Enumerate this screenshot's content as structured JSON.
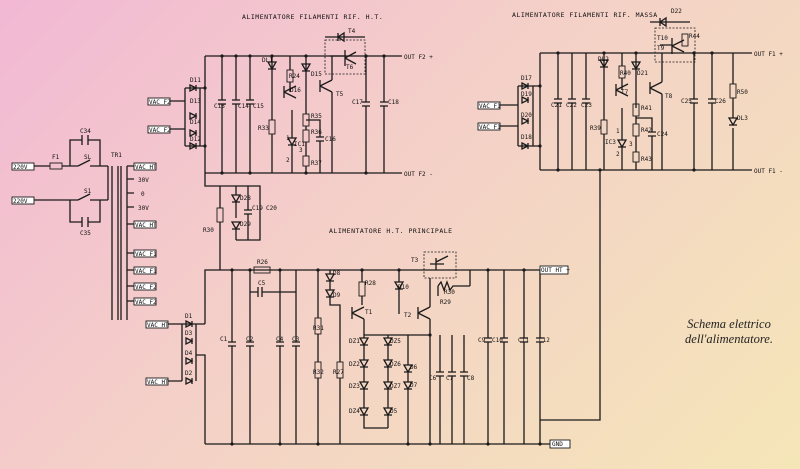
{
  "titles": {
    "filamenti_ht": "ALIMENTATORE FILAMENTI RIF. H.T.",
    "filamenti_massa": "ALIMENTATORE FILAMENTI RIF. MASSA",
    "ht_principale": "ALIMENTATORE H.T. PRINCIPALE"
  },
  "caption": {
    "line1": "Schema elettrico",
    "line2": "dell'alimentatore."
  },
  "inputs": {
    "mains_top": "220V",
    "mains_bottom": "220V"
  },
  "transformer": {
    "name": "TR1",
    "taps": [
      "30V",
      "0",
      "30V"
    ],
    "outputs": [
      "VAC HT",
      "VAC HT",
      "VAC F1",
      "VAC F1",
      "VAC F2",
      "VAC F2"
    ]
  },
  "outputs": {
    "out_f2_plus": "OUT F2 +",
    "out_f2_minus": "OUT F2 -",
    "out_f1_plus": "OUT F1 +",
    "out_f1_minus": "OUT F1 -",
    "out_ht_plus": "OUT HT +",
    "gnd": "GND"
  },
  "terminals": {
    "vac_f2_a": "VAC F2",
    "vac_f2_b": "VAC F2",
    "vac_f1_a": "VAC F1",
    "vac_f1_b": "VAC F1",
    "vac_ht_a": "VAC HT",
    "vac_ht_b": "VAC HT"
  },
  "components": {
    "primary": [
      "F1",
      "SL",
      "S1",
      "C34",
      "C35"
    ],
    "ht_block": [
      "D11",
      "D13",
      "D14",
      "D12",
      "C13",
      "C14",
      "C15",
      "DL1",
      "R24",
      "D15",
      "D16",
      "T4",
      "T6",
      "T5",
      "C17",
      "C18",
      "R33",
      "IC1",
      "R35",
      "R36",
      "R37",
      "C16"
    ],
    "massa_block": [
      "D17",
      "D19",
      "D20",
      "D18",
      "C21",
      "C22",
      "C23",
      "DL2",
      "R40",
      "D21",
      "D22",
      "T10",
      "T9",
      "R44",
      "T7",
      "T8",
      "R39",
      "IC3",
      "R41",
      "R42",
      "R43",
      "C24",
      "C25",
      "C26",
      "R50",
      "DL3"
    ],
    "bias_block": [
      "D28",
      "D29",
      "C19",
      "C20",
      "R30",
      "R26",
      "C5"
    ],
    "main_block": [
      "D1",
      "D3",
      "D4",
      "D2",
      "C1",
      "C2",
      "C4",
      "C3",
      "R31",
      "R32",
      "R27",
      "D8",
      "D9",
      "R28",
      "D10",
      "T1",
      "T3",
      "T2",
      "R30",
      "R29",
      "DZ1",
      "DZ2",
      "DZ3",
      "DZ4",
      "DZ5",
      "DZ6",
      "DZ7",
      "D5",
      "D6",
      "D7",
      "C6",
      "C7",
      "C8",
      "C9",
      "C10",
      "C11",
      "C12"
    ]
  },
  "pin_labels": [
    "1",
    "2",
    "3",
    "1",
    "2",
    "3"
  ]
}
